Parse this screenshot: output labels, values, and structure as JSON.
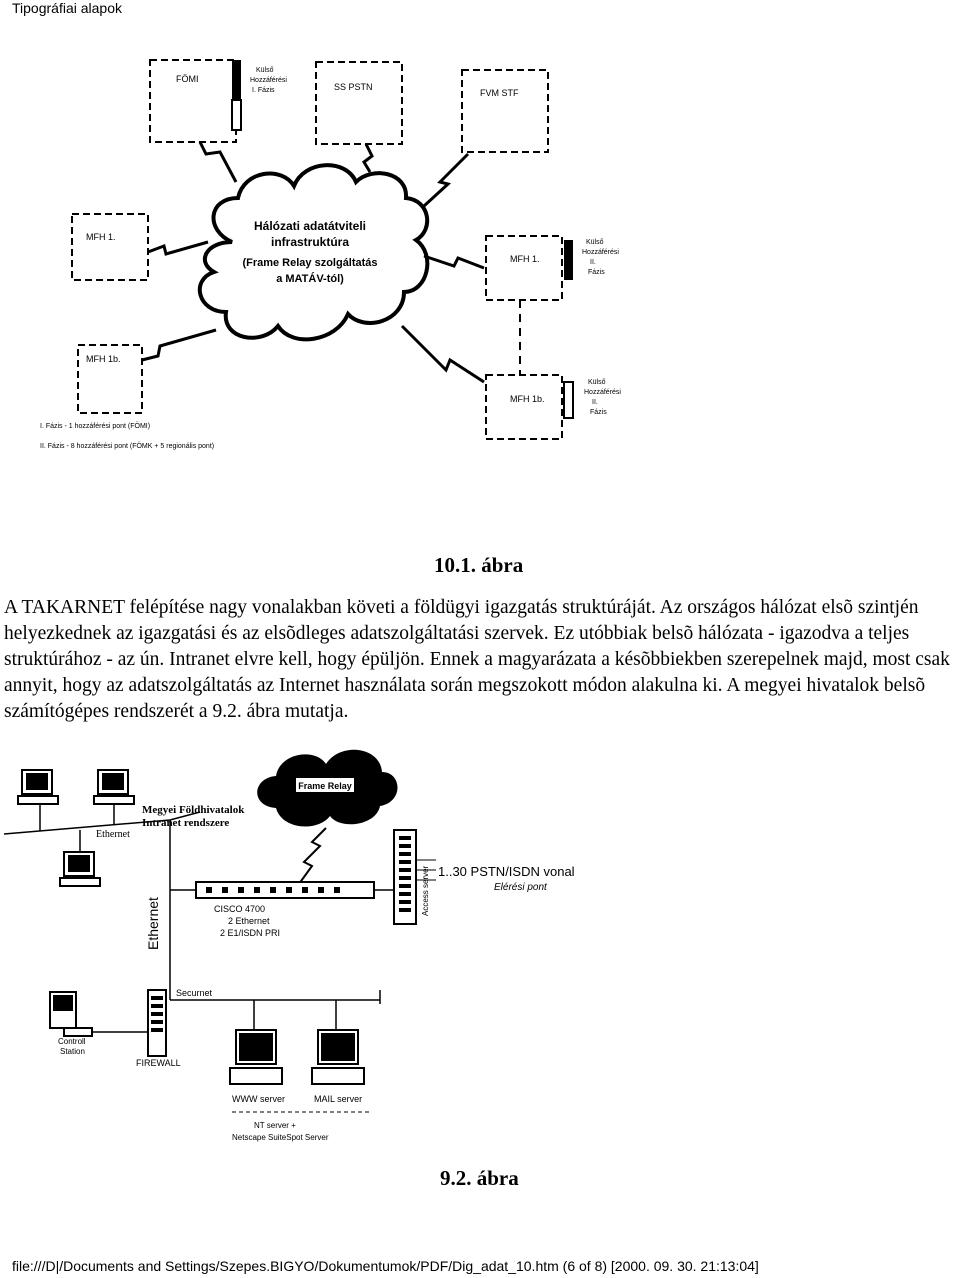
{
  "header": {
    "title": "Tipográfiai alapok"
  },
  "figure1": {
    "boxes": {
      "fomi": "FÖMI",
      "ss_pstn": "SS PSTN",
      "fvm_stf": "FVM STF",
      "mfh_1": "MFH 1.",
      "mfh_1b": "MFH 1b.",
      "mfh_1_left": "MFH 1.",
      "mfh_1b_left": "MFH 1b."
    },
    "cloud": {
      "line1": "Hálózati adatátviteli",
      "line2": "infrastruktúra",
      "line3": "(Frame Relay szolgáltatás",
      "line4": "a MATÁV-tól)"
    },
    "annot_top": [
      "Külső",
      "Hozzáférési",
      "I. Fázis"
    ],
    "annot_mid": [
      "Külső",
      "Hozzáférési",
      "II.",
      "Fázis"
    ],
    "annot_bot": [
      "Külső",
      "Hozzáférési",
      "II.",
      "Fázis"
    ],
    "legend1": "I. Fázis - 1 hozzáférési pont (FÖMI)",
    "legend2": "II. Fázis - 8 hozzáférési pont (FÖMK + 5 regionális pont)"
  },
  "caption1": "10.1. ábra",
  "body_text": "A TAKARNET felépítése nagy vonalakban követi a földügyi igazgatás struktúráját. Az országos hálózat elsõ szintjén helyezkednek az igazgatási és az elsõdleges adatszolgáltatási szervek. Ez utóbbiak belsõ hálózata - igazodva a teljes struktúrához - az ún. Intranet elvre kell, hogy épüljön. Ennek a magyarázata a késõbbiekben szerepelnek majd, most csak annyit, hogy az adatszolgáltatás az Internet használata során megszokott módon alakulna ki. A megyei hivatalok belsõ számítógépes rendszerét a 9.2. ábra mutatja.",
  "figure2": {
    "frame_relay": "Frame Relay",
    "title_line1": "Megyei Földhivatalok",
    "title_line2": "Intranet rendszere",
    "ethernet_top": "Ethernet",
    "ethernet_vertical": "Ethernet",
    "access_server": "Access server",
    "pstn_line": "1..30  PSTN/ISDN vonal",
    "access_point": "Elérési pont",
    "router_line1": "CISCO 4700",
    "router_line2": "2 Ethernet",
    "router_line3": "2 E1/ISDN PRI",
    "securnet": "Securnet",
    "control_line1": "Controll",
    "control_line2": "Station",
    "firewall": "FIREWALL",
    "www_server": "WWW server",
    "mail_server": "MAIL server",
    "nt_line1": "NT server +",
    "nt_line2": "Netscape SuiteSpot Server"
  },
  "caption2": "9.2. ábra",
  "footer": "file:///D|/Documents and Settings/Szepes.BIGYO/Dokumentumok/PDF/Dig_adat_10.htm (6 of 8) [2000. 09. 30. 21:13:04]"
}
